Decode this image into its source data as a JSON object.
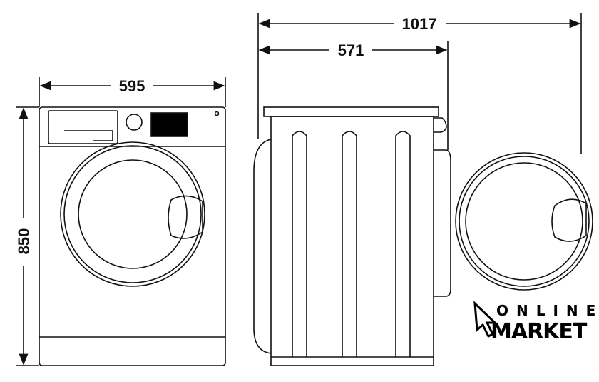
{
  "dimensions": {
    "width_front": "595",
    "height": "850",
    "depth_door_open": "1017",
    "depth": "571"
  },
  "logo": {
    "line1": "ONLINE",
    "line2": "MARKET"
  }
}
